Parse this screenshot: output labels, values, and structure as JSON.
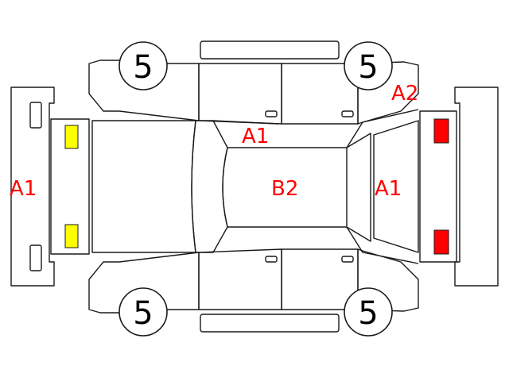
{
  "colors": {
    "line": "#1a1a1a",
    "code_text": "#ff0000",
    "front_lamp": "#ffff00",
    "rear_lamp": "#ff0000"
  },
  "wheels": {
    "front_left": "5",
    "rear_left": "5",
    "front_right": "5",
    "rear_right": "5"
  },
  "codes": {
    "front_bumper": "A1",
    "hood_front_door": "A1",
    "roof": "B2",
    "rear_glass_trunk": "A1",
    "rear_quarter": "A2"
  }
}
